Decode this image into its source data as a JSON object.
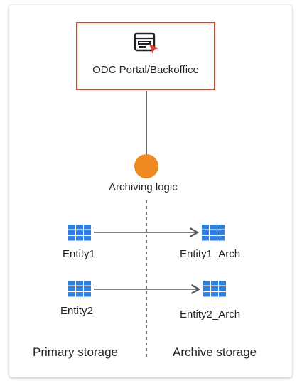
{
  "portal": {
    "label": "ODC Portal/Backoffice",
    "icon": "monitor-cursor-icon"
  },
  "logic": {
    "label": "Archiving logic",
    "color": "#ef8a23"
  },
  "entities": [
    {
      "source": "Entity1",
      "target": "Entity1_Arch"
    },
    {
      "source": "Entity2",
      "target": "Entity2_Arch"
    }
  ],
  "storage": {
    "primary": "Primary storage",
    "archive": "Archive storage"
  },
  "colors": {
    "border": "#d9442f",
    "table_icon": "#2d7fe0",
    "connector": "#555a61",
    "divider": "#555a61"
  }
}
